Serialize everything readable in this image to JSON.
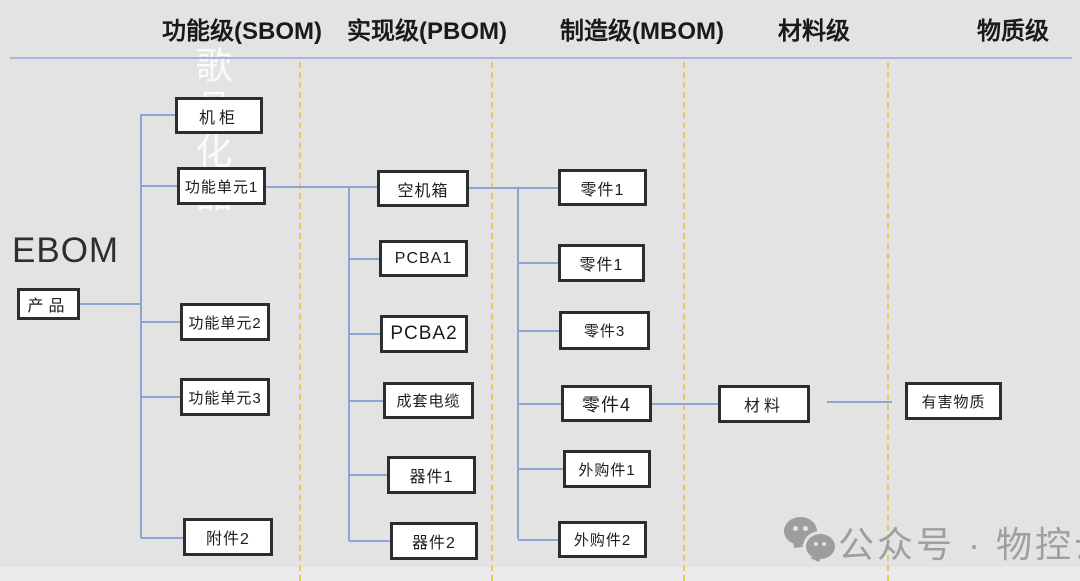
{
  "diagram": {
    "type": "tree",
    "root_label": "EBOM",
    "levels": [
      "EBOM",
      "功能级(SBOM)",
      "实现级(PBOM)",
      "制造级(MBOM)",
      "材料级",
      "物质级"
    ],
    "edges": [
      [
        "产品",
        "机柜"
      ],
      [
        "产品",
        "功能单元1"
      ],
      [
        "产品",
        "功能单元2"
      ],
      [
        "产品",
        "功能单元3"
      ],
      [
        "产品",
        "附件2"
      ],
      [
        "功能单元1",
        "空机箱"
      ],
      [
        "功能单元1",
        "PCBA1"
      ],
      [
        "功能单元1",
        "PCBA2"
      ],
      [
        "功能单元1",
        "成套电缆"
      ],
      [
        "功能单元1",
        "器件1"
      ],
      [
        "功能单元1",
        "器件2"
      ],
      [
        "空机箱",
        "零件1"
      ],
      [
        "空机箱",
        "零件1"
      ],
      [
        "空机箱",
        "零件3"
      ],
      [
        "空机箱",
        "零件4"
      ],
      [
        "空机箱",
        "外购件1"
      ],
      [
        "空机箱",
        "外购件2"
      ],
      [
        "零件4",
        "材料"
      ],
      [
        "材料",
        "有害物质"
      ]
    ]
  },
  "headers": [
    {
      "label": "功能级(SBOM)"
    },
    {
      "label": "实现级(PBOM)"
    },
    {
      "label": "制造级(MBOM)"
    },
    {
      "label": "材料级"
    },
    {
      "label": "物质级"
    }
  ],
  "labels": {
    "ebom": "EBOM"
  },
  "nodes": [
    {
      "label": "产品"
    },
    {
      "label": "机柜"
    },
    {
      "label": "功能单元1"
    },
    {
      "label": "功能单元2"
    },
    {
      "label": "功能单元3"
    },
    {
      "label": "附件2"
    },
    {
      "label": "空机箱"
    },
    {
      "label": "PCBA1"
    },
    {
      "label": "PCBA2"
    },
    {
      "label": "成套电缆"
    },
    {
      "label": "器件1"
    },
    {
      "label": "器件2"
    },
    {
      "label": "零件1"
    },
    {
      "label": "零件1"
    },
    {
      "label": "零件3"
    },
    {
      "label": "零件4"
    },
    {
      "label": "外购件1"
    },
    {
      "label": "外购件2"
    },
    {
      "label": "材料"
    },
    {
      "label": "有害物质"
    }
  ],
  "watermarks": {
    "top_vertical": "歌品化品",
    "bottom": {
      "icon": "wechat-icon",
      "text": "公众号 · 物控云"
    }
  },
  "colors": {
    "background": "#e3e3e3",
    "connector_blue": "#8da5d5",
    "lane_divider_yellow": "#e8c95e",
    "header_rule_blue": "#a5b8dc",
    "box_border": "#2d2d2d",
    "box_fill": "#ffffff",
    "watermark_gray": "#9d9d9d"
  }
}
